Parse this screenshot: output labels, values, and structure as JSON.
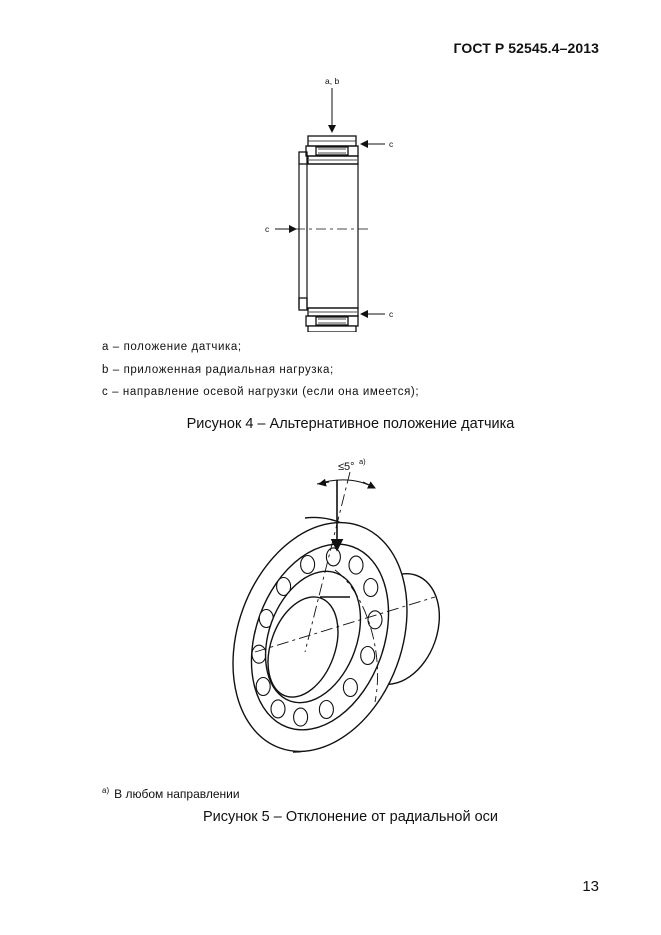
{
  "header": {
    "standard_code": "ГОСТ Р 52545.4–2013"
  },
  "figure4": {
    "labels": {
      "top": "a, b",
      "right_top": "c",
      "left_mid": "c",
      "right_bottom": "c"
    },
    "legend": [
      "a – положение датчика;",
      "b – приложенная радиальная нагрузка;",
      "c – направление осевой нагрузки (если она имеется);"
    ],
    "caption": "Рисунок 4 – Альтернативное положение датчика"
  },
  "figure5": {
    "angle_label": "≤5°",
    "footnote_marker_label": "a)",
    "footnote_marker": "a)",
    "footnote_text": "В любом направлении",
    "caption": "Рисунок 5 – Отклонение от радиальной оси"
  },
  "footer": {
    "page_number": "13"
  }
}
